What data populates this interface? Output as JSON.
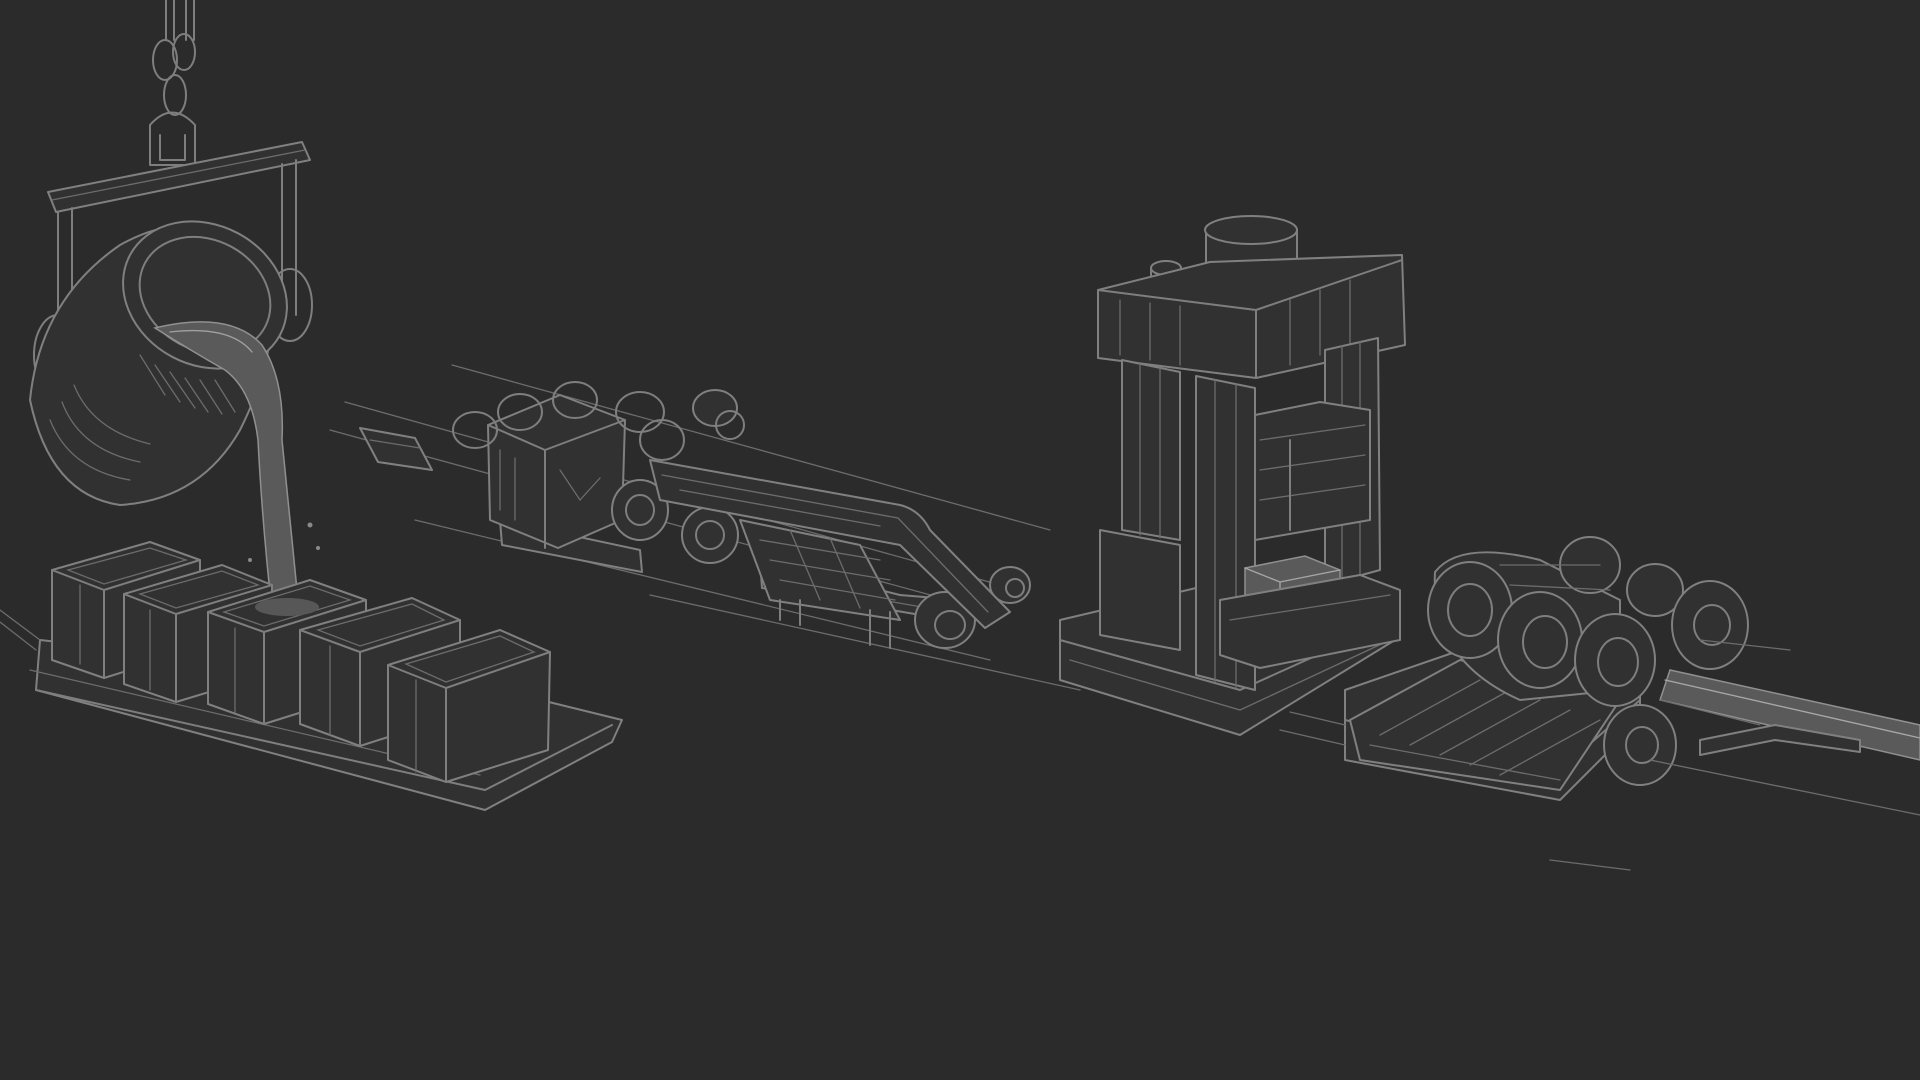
{
  "scene": {
    "background": "#2b2b2b",
    "line_color": "#7e7e7e",
    "stages": [
      {
        "name": "ladle-pouring-into-molds"
      },
      {
        "name": "roller-conveyor"
      },
      {
        "name": "forging-press"
      },
      {
        "name": "rolling-mill"
      }
    ]
  }
}
